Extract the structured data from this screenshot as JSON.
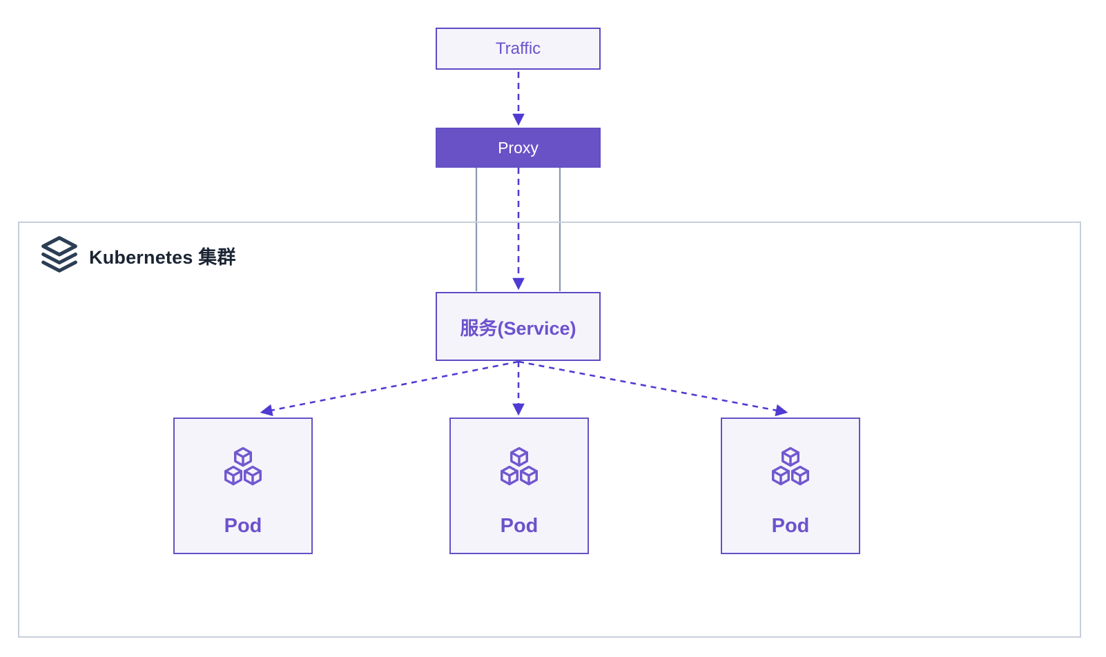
{
  "diagram": {
    "nodes": {
      "traffic": {
        "label": "Traffic"
      },
      "proxy": {
        "label": "Proxy"
      },
      "cluster": {
        "label": "Kubernetes 集群"
      },
      "service": {
        "label": "服务(Service)"
      },
      "pods": [
        {
          "label": "Pod"
        },
        {
          "label": "Pod"
        },
        {
          "label": "Pod"
        }
      ]
    },
    "edges": [
      {
        "from": "traffic",
        "to": "proxy",
        "style": "dashed-arrow"
      },
      {
        "from": "proxy",
        "to": "service",
        "style": "dashed-arrow"
      },
      {
        "from": "proxy",
        "to": "service",
        "style": "solid-line-left"
      },
      {
        "from": "proxy",
        "to": "service",
        "style": "solid-line-right"
      },
      {
        "from": "service",
        "to": "pod-1",
        "style": "dashed-arrow"
      },
      {
        "from": "service",
        "to": "pod-2",
        "style": "dashed-arrow"
      },
      {
        "from": "service",
        "to": "pod-3",
        "style": "dashed-arrow"
      }
    ],
    "icons": {
      "cluster_icon": "layers-icon",
      "pod_icon": "cubes-icon"
    },
    "colors": {
      "accent_purple": "#6952C6",
      "node_fill": "#F5F4FB",
      "node_border": "#5B4AC4",
      "node_text": "#6C52CC",
      "proxy_text": "#FFFFFF",
      "arrow_purple": "#4F3BD2",
      "connector_gray": "#8997AF",
      "cluster_border": "#C7CDDA",
      "cluster_text": "#1B2433",
      "icon_dark": "#2C3E54"
    }
  }
}
